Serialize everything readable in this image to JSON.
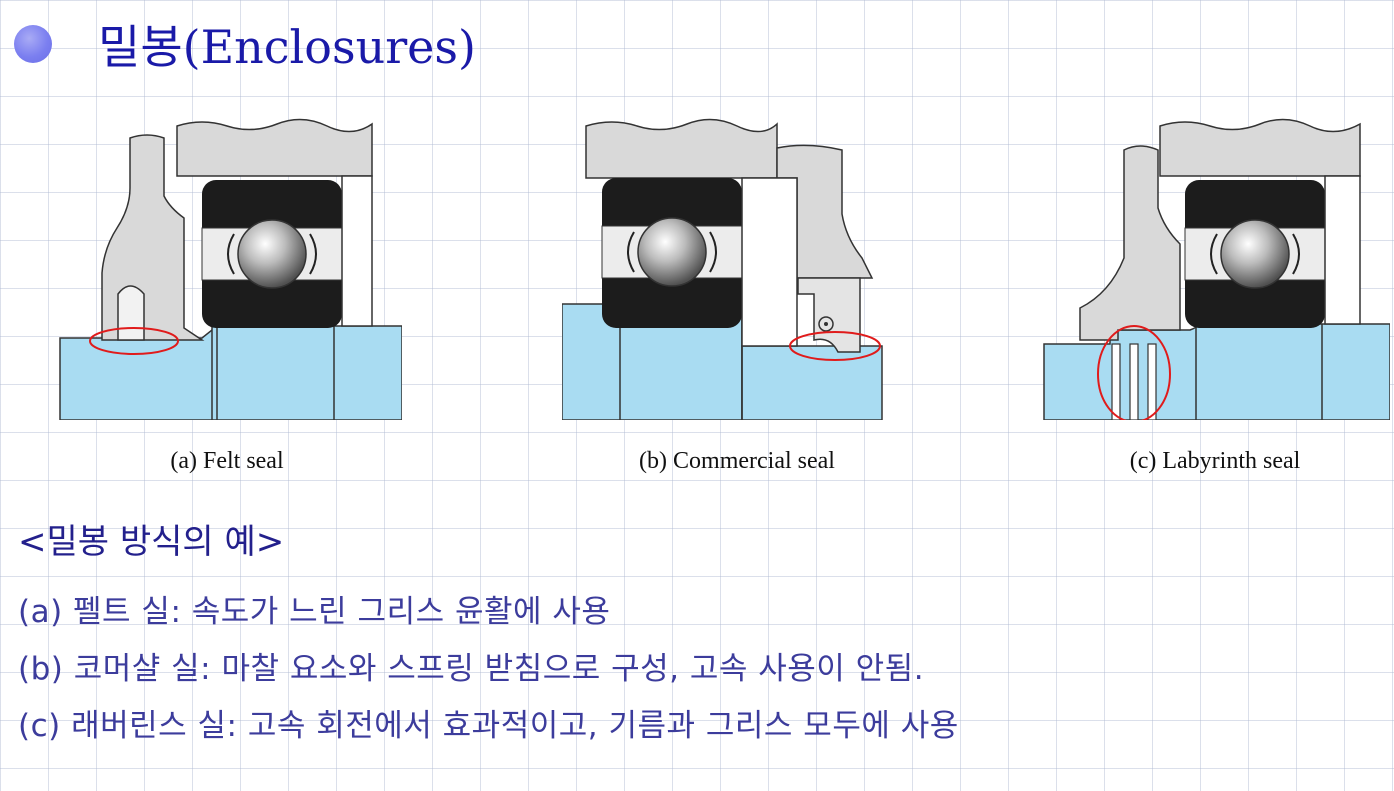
{
  "title": "밀봉(Enclosures)",
  "figures": [
    {
      "label": "(a) Felt seal"
    },
    {
      "label": "(b) Commercial seal"
    },
    {
      "label": "(c) Labyrinth seal"
    }
  ],
  "subtitle": "<밀봉 방식의 예>",
  "items": [
    "(a) 펠트 실: 속도가 느린 그리스 윤활에 사용",
    "(b) 코머샬 실: 마찰 요소와 스프링 받침으로 구성, 고속 사용이 안됨.",
    "(c) 래버린스 실: 고속 회전에서 효과적이고, 기름과 그리스 모두에 사용"
  ],
  "colors": {
    "heading": "#1a1aa8",
    "body_text": "#3c3c9c",
    "bullet": "#7b7ff0",
    "housing": "#d9d9d9",
    "shaft": "#a9dcf2",
    "bearing": "#1c1c1c",
    "highlight": "#e01b1b"
  }
}
